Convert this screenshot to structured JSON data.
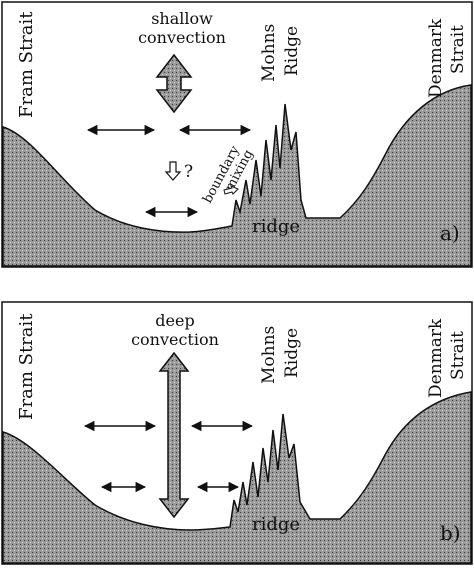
{
  "panel_a": {
    "left_label": "Fram Strait",
    "center_label_line1": "shallow",
    "center_label_line2": "convection",
    "ridge_name_line1": "Mohns",
    "ridge_name_line2": "Ridge",
    "right_label_line1": "Denmark",
    "right_label_line2": "Strait",
    "boundary_line1": "boundary",
    "boundary_line2": "mixing",
    "question_mark": "?",
    "ridge_label": "ridge",
    "panel_tag": "a)"
  },
  "panel_b": {
    "left_label": "Fram Strait",
    "center_label_line1": "deep",
    "center_label_line2": "convection",
    "ridge_name_line1": "Mohns",
    "ridge_name_line2": "Ridge",
    "right_label_line1": "Denmark",
    "right_label_line2": "Strait",
    "ridge_label": "ridge",
    "panel_tag": "b)"
  },
  "colors": {
    "terrain": "#8c8c8c",
    "stroke": "#111111",
    "background": "#ffffff"
  }
}
